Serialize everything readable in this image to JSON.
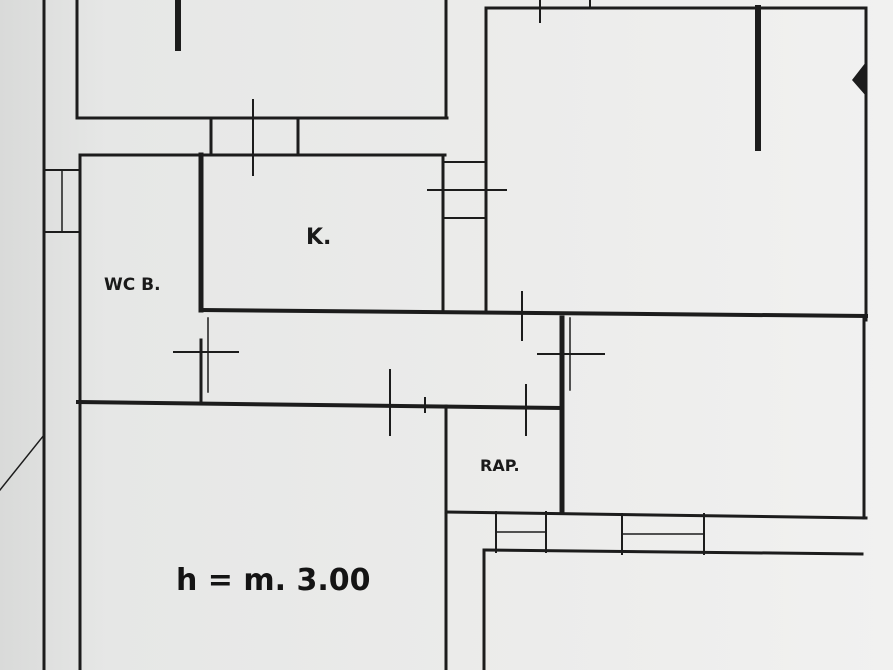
{
  "labels": {
    "kitchen": "K.",
    "wc": "WC B.",
    "storage": "RAP.",
    "ceiling_height": "h = m. 3.00"
  },
  "colors": {
    "paper": "#e9eae9",
    "paper_light": "#f2f2f1",
    "ink": "#1c1c1c",
    "shadow": "#cfd0cf"
  }
}
